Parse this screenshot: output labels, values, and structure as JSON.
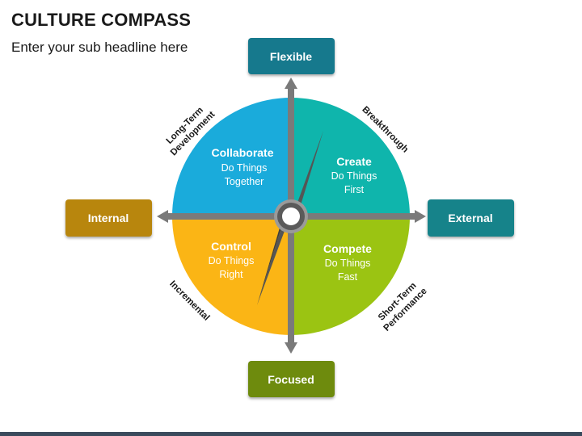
{
  "title": "CULTURE COMPASS",
  "subtitle": "Enter your sub headline here",
  "directions": {
    "top": "Flexible",
    "bottom": "Focused",
    "left": "Internal",
    "right": "External"
  },
  "quadrants": {
    "top_left": {
      "title": "Collaborate",
      "line1": "Do Things",
      "line2": "Together"
    },
    "top_right": {
      "title": "Create",
      "line1": "Do Things",
      "line2": "First"
    },
    "bottom_left": {
      "title": "Control",
      "line1": "Do Things",
      "line2": "Right"
    },
    "bottom_right": {
      "title": "Compete",
      "line1": "Do Things",
      "line2": "Fast"
    }
  },
  "diagonals": {
    "top_left": [
      "Long-Term",
      "Development"
    ],
    "top_right": [
      "Breakthrough"
    ],
    "bottom_left": [
      "Incremental"
    ],
    "bottom_right": [
      "Short-Term",
      "Performance"
    ]
  },
  "colors": {
    "collaborate": "#1AABDB",
    "create": "#0FB5AC",
    "control": "#FBB515",
    "compete": "#9BC412",
    "flexible": "#16798D",
    "internal": "#B8860B",
    "external": "#16838A",
    "focused": "#6E8B0F",
    "axis": "#7A7A7A"
  }
}
